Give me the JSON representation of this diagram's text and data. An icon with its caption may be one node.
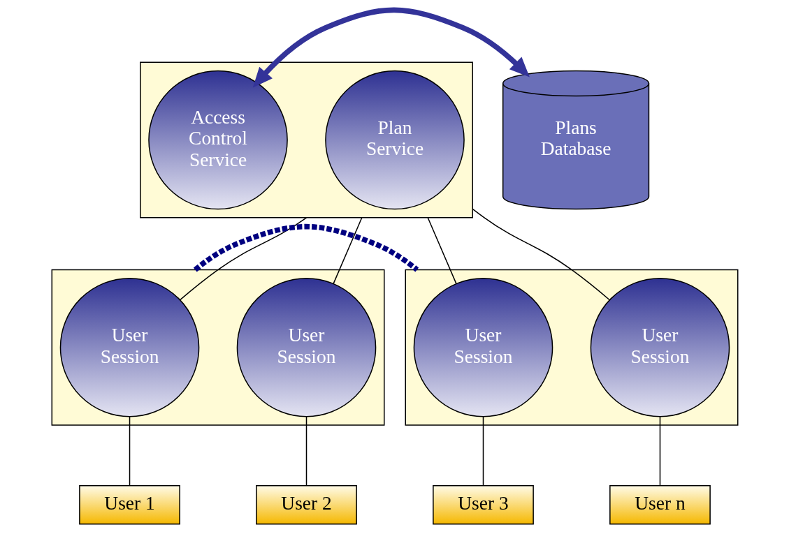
{
  "diagram": {
    "nodes": [
      {
        "text": [],
        "shape": "box"
      },
      {
        "text": [
          "Plan Service"
        ],
        "in": 0
      },
      {
        "text": [
          "Access Control Service"
        ],
        "in": 0
      },
      {
        "text": [
          "Plans Database"
        ]
      },
      {
        "text": [],
        "shape": "box"
      },
      {
        "text": [
          "User Session"
        ],
        "in": 4
      },
      {
        "text": [
          "User Session"
        ],
        "in": 4
      },
      {
        "text": [],
        "shape": "box"
      },
      {
        "text": [
          "User Session"
        ],
        "in": 7
      },
      {
        "text": [
          "User Session"
        ],
        "in": 7
      },
      {
        "text": [
          "User 1"
        ]
      },
      {
        "text": [
          "User 2"
        ]
      },
      {
        "text": [
          "User 3"
        ]
      },
      {
        "text": [
          "User n"
        ]
      }
    ],
    "edges": [
      {
        "from": 2,
        "to": 3,
        "arrow": "both",
        "style": "thick",
        "color": "#333399"
      },
      {
        "from": 0,
        "to": 5,
        "arrow": "none"
      },
      {
        "from": 0,
        "to": 6,
        "arrow": "none"
      },
      {
        "from": 0,
        "to": 8,
        "arrow": "none"
      },
      {
        "from": 0,
        "to": 9,
        "arrow": "none"
      },
      {
        "from": 4,
        "to": 7,
        "arrow": "none",
        "style": "dashed",
        "color": "#000080"
      },
      {
        "from": 5,
        "to": 10,
        "arrow": "none"
      },
      {
        "from": 6,
        "to": 11,
        "arrow": "none"
      },
      {
        "from": 8,
        "to": 12,
        "arrow": "none"
      },
      {
        "from": 9,
        "to": 13,
        "arrow": "none"
      }
    ]
  }
}
